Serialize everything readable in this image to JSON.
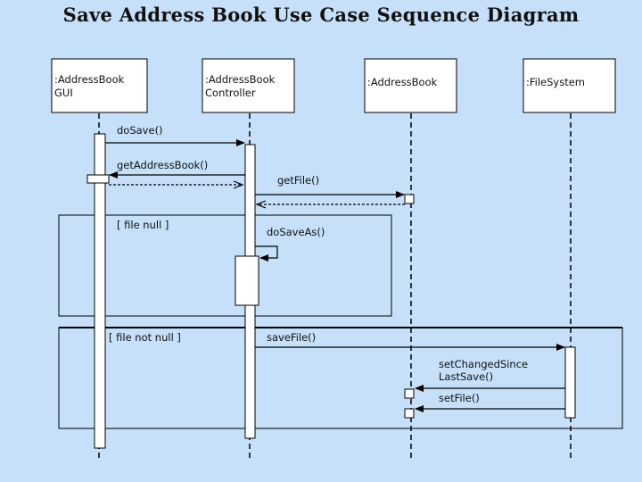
{
  "title": "Save Address Book Use Case Sequence Diagram",
  "lifelines": [
    {
      "line1": ":AddressBook",
      "line2": "GUI"
    },
    {
      "line1": ":AddressBook",
      "line2": "Controller"
    },
    {
      "line1": ":AddressBook",
      "line2": ""
    },
    {
      "line1": ":FileSystem",
      "line2": ""
    }
  ],
  "messages": {
    "do_save": "doSave()",
    "get_address_book": "getAddressBook()",
    "get_file": "getFile()",
    "do_save_as": "doSaveAs()",
    "save_file": "saveFile()",
    "set_changed_line1": "setChangedSince",
    "set_changed_line2": "LastSave()",
    "set_file": "setFile()"
  },
  "guards": {
    "file_null": "[ file null ]",
    "file_not_null": "[ file not null ]"
  }
}
